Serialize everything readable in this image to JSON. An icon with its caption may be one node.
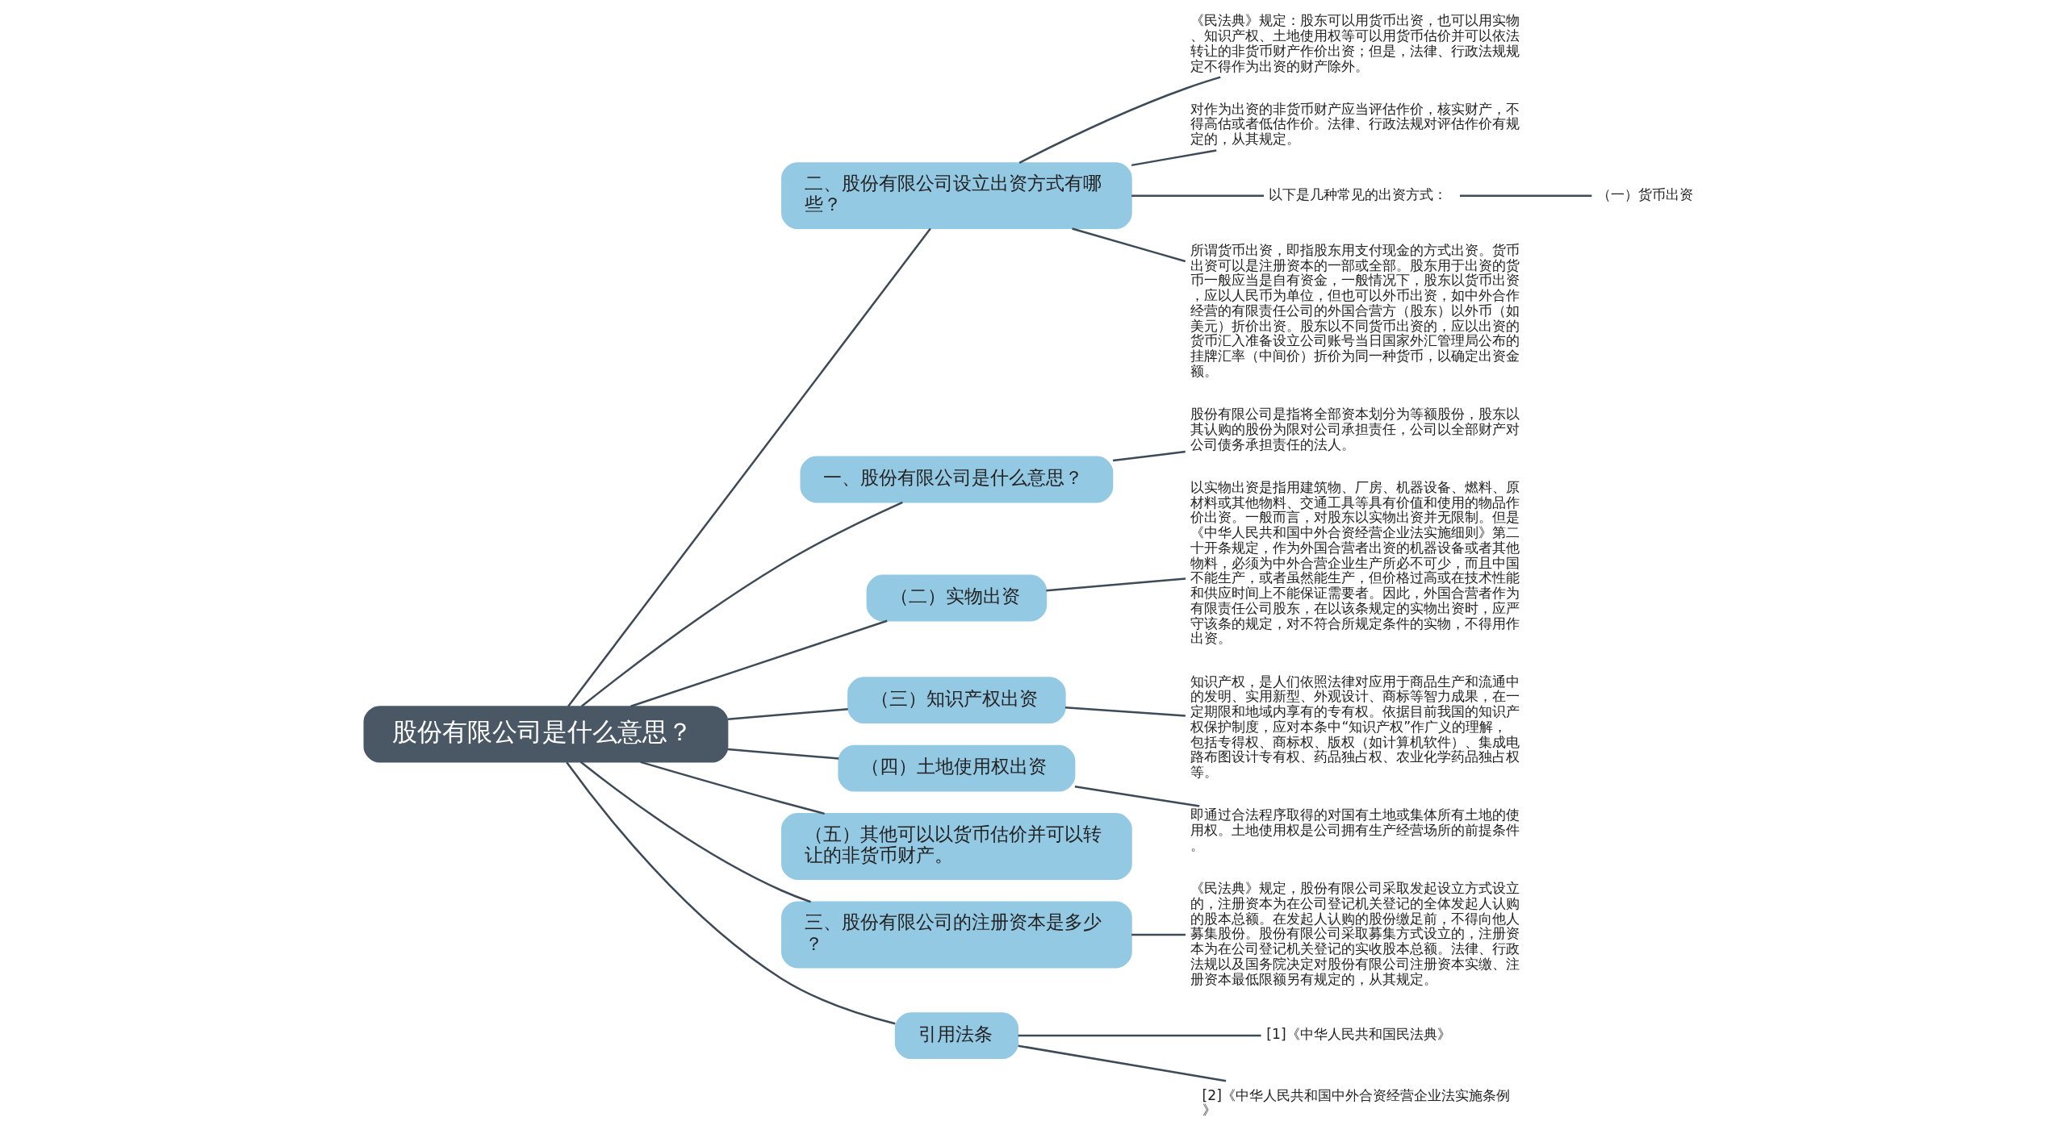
{
  "diagram": {
    "nodes": [
      {
        "text": [
          "股份有限公司是什么意思？"
        ]
      },
      {
        "text": [
          "二、股份有限公司设立出资方式有哪些？"
        ]
      },
      {
        "text": [
          "《民法典》规定：股东可以用货币出资，也可以用实物、知识产权、土地使用权等可以用货币估价并可以依法转让的非货币财产作价出资；但是，法律、行政法规规定不得作为出资的财产除外。"
        ]
      },
      {
        "text": [
          "对作为出资的非货币财产应当评估作价，核实财产，不得高估或者低估作价。法律、行政法规对评估作价有规定的，从其规定。"
        ]
      },
      {
        "text": [
          "以下是几种常见的出资方式："
        ]
      },
      {
        "text": [
          "（一）货币出资"
        ]
      },
      {
        "text": [
          "所谓货币出资，即指股东用支付现金的方式出资。货币出资可以是注册资本的一部或全部。股东用于出资的货币一般应当是自有资金，一般情况下，股东以货币出资，应以人民币为单位，但也可以外币出资，如中外合作经营的有限责任公司的外国合营方（股东）以外币（如美元）折价出资。股东以不同货币出资的，应以出资的货币汇入准备设立公司账号当日国家外汇管理局公布的挂牌汇率（中间价）折价为同一种货币，以确定出资金额。"
        ]
      },
      {
        "text": [
          "一、股份有限公司是什么意思？"
        ]
      },
      {
        "text": [
          "股份有限公司是指将全部资本划分为等额股份，股东以其认购的股份为限对公司承担责任，公司以全部财产对公司债务承担责任的法人。"
        ]
      },
      {
        "text": [
          "（二）实物出资"
        ]
      },
      {
        "text": [
          "以实物出资是指用建筑物、厂房、机器设备、燃料、原材料或其他物料、交通工具等具有价值和使用的物品作价出资。一般而言，对股东以实物出资并无限制。但是《中华人民共和国中外合资经营企业法实施细则》第二十开条规定，作为外国合营者出资的机器设备或者其他物料，必须为中外合营企业生产所必不可少，而且中国不能生产，或者虽然能生产，但价格过高或在技术性能和供应时间上不能保证需要者。因此，外国合营者作为有限责任公司股东，在以该条规定的实物出资时，应严守该条的规定，对不符合所规定条件的实物，不得用作出资。"
        ]
      },
      {
        "text": [
          "（三）知识产权出资"
        ]
      },
      {
        "text": [
          "知识产权，是人们依照法律对应用于商品生产和流通中的发明、实用新型、外观设计、商标等智力成果，在一定期限和地域内享有的专有权。依据目前我国的知识产权保护制度，应对本条中“知识产权”作广义的理解，包括专得权、商标权、版权（如计算机软件）、集成电路布图设计专有权、药品独占权、农业化学药品独占权等。"
        ]
      },
      {
        "text": [
          "（四）土地使用权出资"
        ]
      },
      {
        "text": [
          "即通过合法程序取得的对国有土地或集体所有土地的使用权。土地使用权是公司拥有生产经营场所的前提条件。"
        ]
      },
      {
        "text": [
          "（五）其他可以以货币估价并可以转让的非货币财产。"
        ]
      },
      {
        "text": [
          "三、股份有限公司的注册资本是多少？"
        ]
      },
      {
        "text": [
          "《民法典》规定，股份有限公司采取发起设立方式设立的，注册资本为在公司登记机关登记的全体发起人认购的股本总额。在发起人认购的股份缴足前，不得向他人募集股份。股份有限公司采取募集方式设立的，注册资本为在公司登记机关登记的实收股本总额。法律、行政法规以及国务院决定对股份有限公司注册资本实缴、注册资本最低限额另有规定的，从其规定。"
        ]
      },
      {
        "text": [
          "引用法条"
        ]
      },
      {
        "text": [
          "[1]《中华人民共和国民法典》"
        ]
      },
      {
        "text": [
          "[2]《中华人民共和国中外合资经营企业法实施条例》"
        ]
      }
    ],
    "edges": [
      {
        "from": 0,
        "to": 1,
        "arrow": "none"
      },
      {
        "from": 1,
        "to": 2,
        "arrow": "none"
      },
      {
        "from": 1,
        "to": 3,
        "arrow": "none"
      },
      {
        "from": 1,
        "to": 4,
        "arrow": "none"
      },
      {
        "from": 4,
        "to": 5,
        "arrow": "none"
      },
      {
        "from": 1,
        "to": 6,
        "arrow": "none"
      },
      {
        "from": 0,
        "to": 7,
        "arrow": "none"
      },
      {
        "from": 7,
        "to": 8,
        "arrow": "none"
      },
      {
        "from": 0,
        "to": 9,
        "arrow": "none"
      },
      {
        "from": 9,
        "to": 10,
        "arrow": "none"
      },
      {
        "from": 0,
        "to": 11,
        "arrow": "none"
      },
      {
        "from": 11,
        "to": 12,
        "arrow": "none"
      },
      {
        "from": 0,
        "to": 13,
        "arrow": "none"
      },
      {
        "from": 13,
        "to": 14,
        "arrow": "none"
      },
      {
        "from": 0,
        "to": 15,
        "arrow": "none"
      },
      {
        "from": 0,
        "to": 16,
        "arrow": "none"
      },
      {
        "from": 16,
        "to": 17,
        "arrow": "none"
      },
      {
        "from": 0,
        "to": 18,
        "arrow": "none"
      },
      {
        "from": 18,
        "to": 19,
        "arrow": "none"
      },
      {
        "from": 18,
        "to": 20,
        "arrow": "none"
      }
    ]
  }
}
